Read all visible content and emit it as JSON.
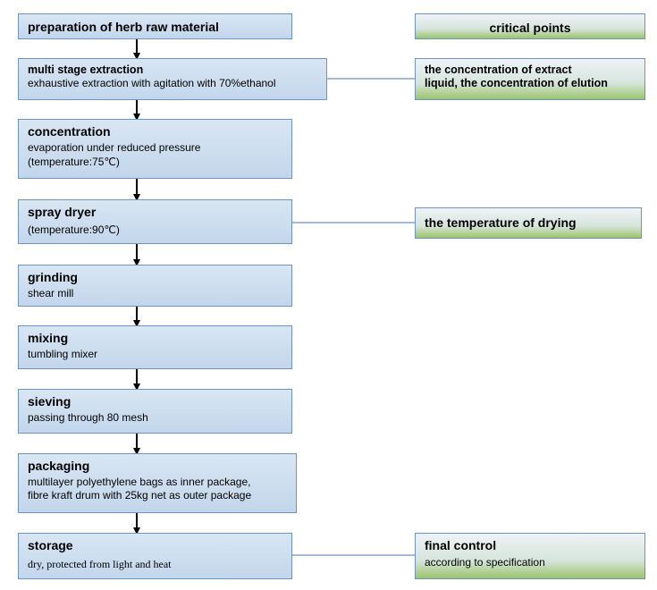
{
  "steps": [
    {
      "title": "preparation of herb raw material",
      "lines": []
    },
    {
      "title": "multi stage extraction",
      "lines": [
        "exhaustive extraction with agitation with 70%ethanol"
      ]
    },
    {
      "title": "concentration",
      "lines": [
        "evaporation under reduced pressure",
        "(temperature:75℃)"
      ]
    },
    {
      "title": "spray dryer",
      "lines": [
        "(temperature:90℃)"
      ]
    },
    {
      "title": "grinding",
      "lines": [
        "shear mill"
      ]
    },
    {
      "title": "mixing",
      "lines": [
        "tumbling mixer"
      ]
    },
    {
      "title": "sieving",
      "lines": [
        "passing through 80 mesh"
      ]
    },
    {
      "title": "packaging",
      "lines": [
        "multilayer polyethylene bags as inner package,",
        "fibre kraft drum with 25kg net as outer package"
      ]
    },
    {
      "title": "storage",
      "lines": [
        "dry, protected from light and heat"
      ]
    }
  ],
  "critical": {
    "header": "critical points",
    "extraction": [
      "the concentration of extract",
      "liquid, the concentration of elution"
    ],
    "drying": "the temperature of drying",
    "final_title": "final control",
    "final_desc": "according to specification"
  },
  "colors": {
    "process_fill": "#c9dbee",
    "process_border": "#6f95bd",
    "critical_gradient_bottom": "#9bc46a",
    "arrow": "#000000"
  }
}
